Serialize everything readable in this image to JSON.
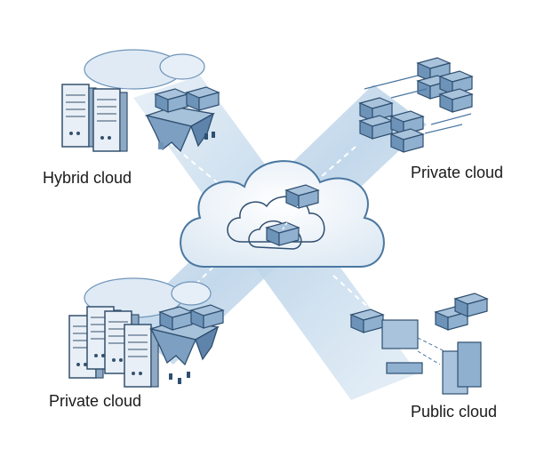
{
  "labels": {
    "top_left": "Hybrid cloud",
    "top_right": "Private cloud",
    "bottom_left": "Private cloud",
    "bottom_right": "Public cloud"
  },
  "colors": {
    "beam": "#c9dcec",
    "outline": "#3f6e98",
    "box_fill": "#8fb0cf",
    "box_dark": "#5f87ad",
    "cloud_fill": "#eef4fa"
  }
}
